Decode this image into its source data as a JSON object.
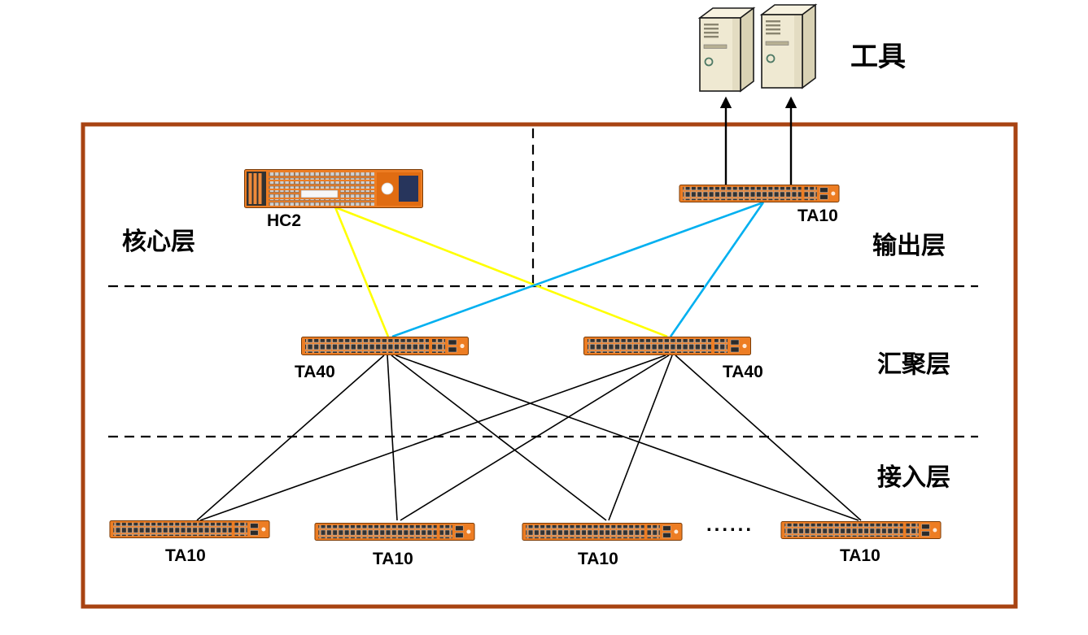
{
  "tools": {
    "label": "工具"
  },
  "layers": {
    "core": "核心层",
    "output": "输出层",
    "aggregation": "汇聚层",
    "access": "接入层"
  },
  "devices": {
    "core_chassis": "HC2",
    "output_switch": "TA10",
    "agg_switch_left": "TA40",
    "agg_switch_right": "TA40",
    "access_switches": [
      "TA10",
      "TA10",
      "TA10",
      "TA10"
    ]
  },
  "ellipsis": "......",
  "colors": {
    "c-border": "#a84312",
    "c-switch": "#ed7d23",
    "c-yellow": "#ffff00",
    "c-cyan": "#00b0f0"
  }
}
